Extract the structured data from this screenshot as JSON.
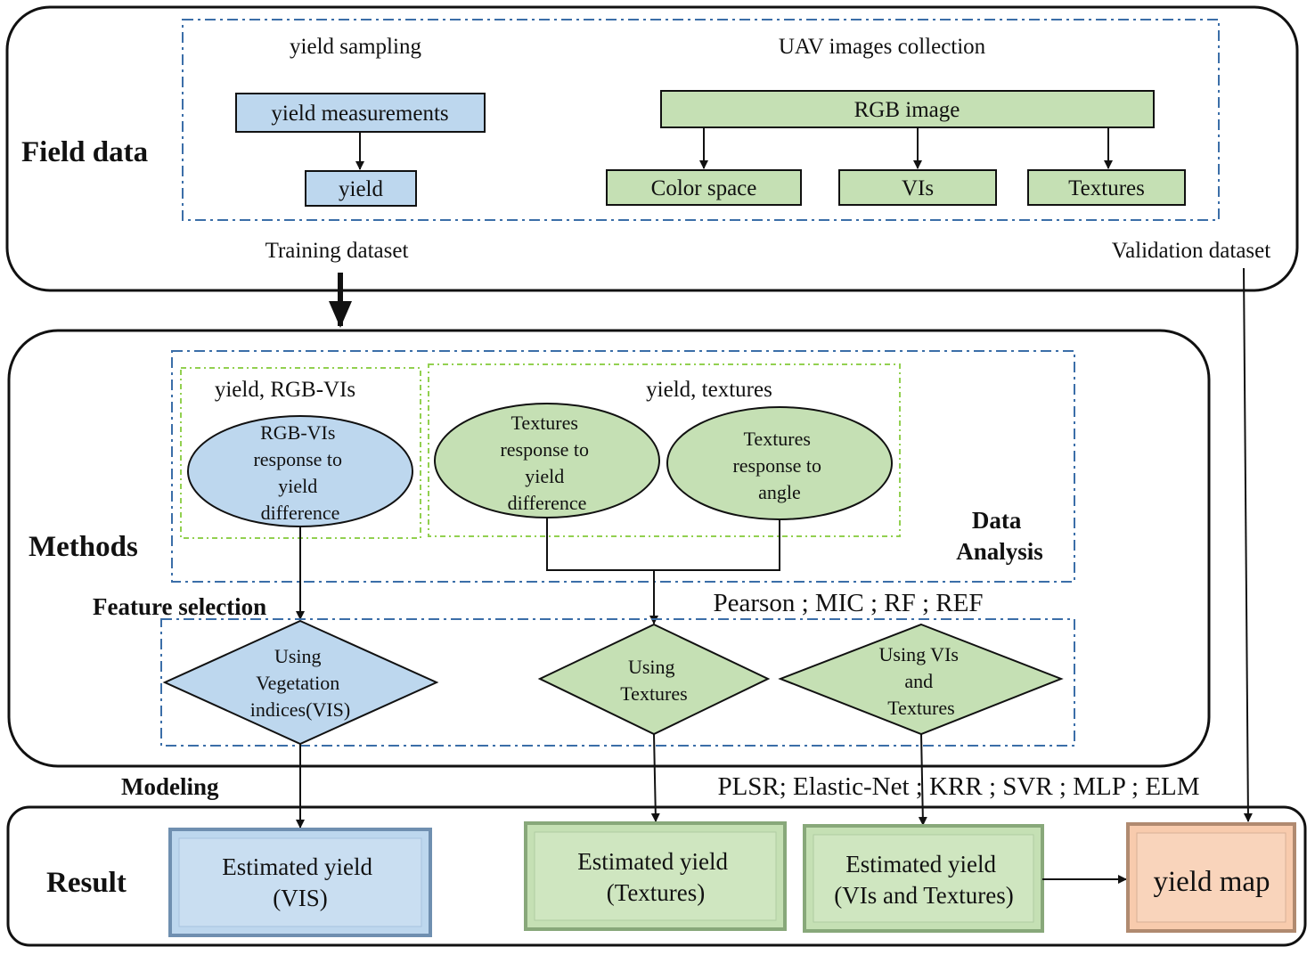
{
  "colors": {
    "blue_fill": "#bdd7ee",
    "green_fill": "#c5e0b4",
    "orange_fill": "#f8cbad",
    "dashed_blue": "#3b6ea8",
    "dashed_green": "#92d050",
    "outline": "#111111"
  },
  "field_data": {
    "label": "Field data",
    "yield_sampling": "yield sampling",
    "uav_collection": "UAV images collection",
    "yield_measurements": "yield measurements",
    "yield": "yield",
    "rgb_image": "RGB image",
    "color_space": "Color space",
    "vis": "VIs",
    "textures": "Textures",
    "training_dataset": "Training dataset",
    "validation_dataset": "Validation dataset"
  },
  "methods": {
    "label": "Methods",
    "group_vis_title": "yield, RGB-VIs",
    "group_tex_title": "yield, textures",
    "ellipse_vis": [
      "RGB-VIs",
      "response to",
      "yield",
      "difference"
    ],
    "ellipse_tex_yield": [
      "Textures",
      "response to",
      "yield",
      "difference"
    ],
    "ellipse_tex_angle": [
      "Textures",
      "response to",
      "angle"
    ],
    "data_analysis": [
      "Data",
      "Analysis"
    ],
    "feature_selection": "Feature selection",
    "selection_methods": "Pearson ; MIC ; RF ; REF",
    "diamond_vis": [
      "Using",
      "Vegetation",
      "indices(VIS)"
    ],
    "diamond_tex": [
      "Using",
      "Textures"
    ],
    "diamond_both": [
      "Using VIs",
      "and",
      "Textures"
    ]
  },
  "modeling": {
    "label": "Modeling",
    "models": "PLSR; Elastic-Net ; KRR ; SVR ; MLP ; ELM"
  },
  "result": {
    "label": "Result",
    "est_vis": [
      "Estimated yield",
      "(VIS)"
    ],
    "est_tex": [
      "Estimated yield",
      "(Textures)"
    ],
    "est_both": [
      "Estimated yield",
      "(VIs and Textures)"
    ],
    "yield_map": "yield map"
  }
}
